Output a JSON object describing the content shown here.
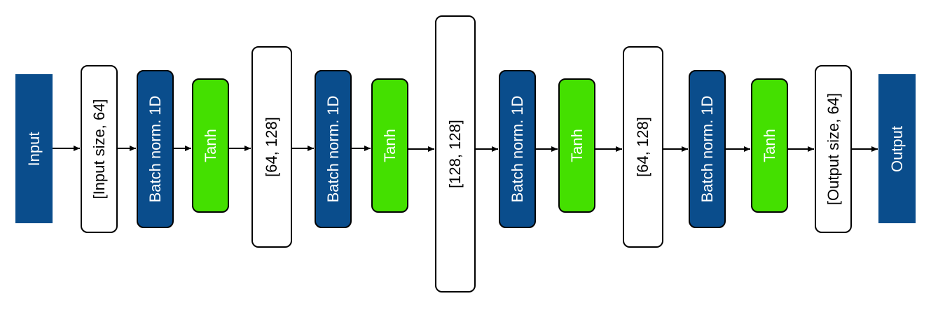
{
  "diagram": {
    "blocks": [
      {
        "kind": "io",
        "label": "Input"
      },
      {
        "kind": "weight",
        "label": "[Input size, 64]"
      },
      {
        "kind": "bn",
        "label": "Batch norm. 1D"
      },
      {
        "kind": "act",
        "label": "Tanh"
      },
      {
        "kind": "weight",
        "label": "[64, 128]"
      },
      {
        "kind": "bn",
        "label": "Batch norm. 1D"
      },
      {
        "kind": "act",
        "label": "Tanh"
      },
      {
        "kind": "weight",
        "label": "[128, 128]"
      },
      {
        "kind": "bn",
        "label": "Batch norm. 1D"
      },
      {
        "kind": "act",
        "label": "Tanh"
      },
      {
        "kind": "weight",
        "label": "[64, 128]"
      },
      {
        "kind": "bn",
        "label": "Batch norm. 1D"
      },
      {
        "kind": "act",
        "label": "Tanh"
      },
      {
        "kind": "weight",
        "label": "[Output size, 64]"
      },
      {
        "kind": "io",
        "label": "Output"
      }
    ]
  },
  "colors": {
    "io_fill": "#0a4d8c",
    "batchnorm_fill": "#0a4d8c",
    "activation_fill": "#44e000",
    "weight_fill": "#ffffff",
    "arrow": "#000000"
  }
}
